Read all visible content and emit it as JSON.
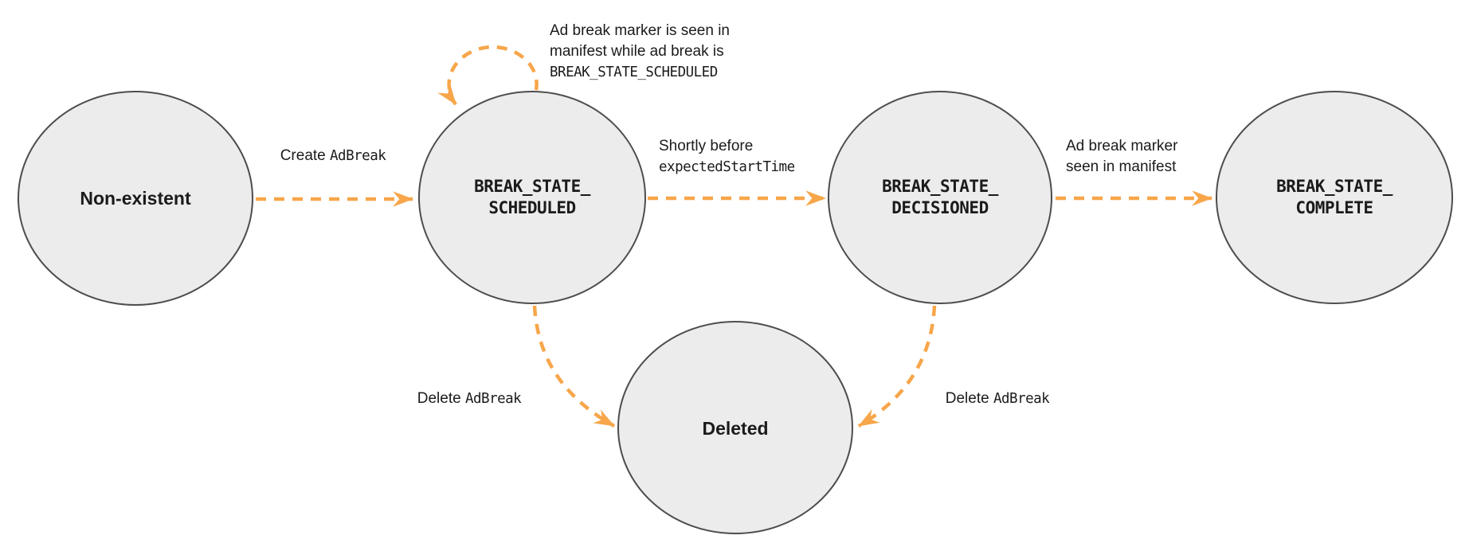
{
  "colors": {
    "arrow": "#F7A64A",
    "node_fill": "#ECECEC",
    "node_stroke": "#4D4D4D",
    "text": "#1B1B1B",
    "background": "#FFFFFF"
  },
  "states": {
    "non_existent": {
      "label": "Non-existent"
    },
    "scheduled": {
      "line1": "BREAK_STATE_",
      "line2": "SCHEDULED"
    },
    "decisioned": {
      "line1": "BREAK_STATE_",
      "line2": "DECISIONED"
    },
    "complete": {
      "line1": "BREAK_STATE_",
      "line2": "COMPLETE"
    },
    "deleted": {
      "label": "Deleted"
    }
  },
  "transitions": {
    "create": {
      "plain": "Create ",
      "code": "AdBreak"
    },
    "marker_while_scheduled": {
      "line1": "Ad break marker is seen in",
      "line2": "manifest while ad break is",
      "line3_code": "BREAK_STATE_SCHEDULED"
    },
    "shortly_before": {
      "plain": "Shortly before",
      "code": "expectedStartTime"
    },
    "marker_seen": {
      "line1": "Ad break marker",
      "line2": "seen in manifest"
    },
    "delete_from_scheduled": {
      "plain": "Delete ",
      "code": "AdBreak"
    },
    "delete_from_decisioned": {
      "plain": "Delete ",
      "code": "AdBreak"
    }
  }
}
